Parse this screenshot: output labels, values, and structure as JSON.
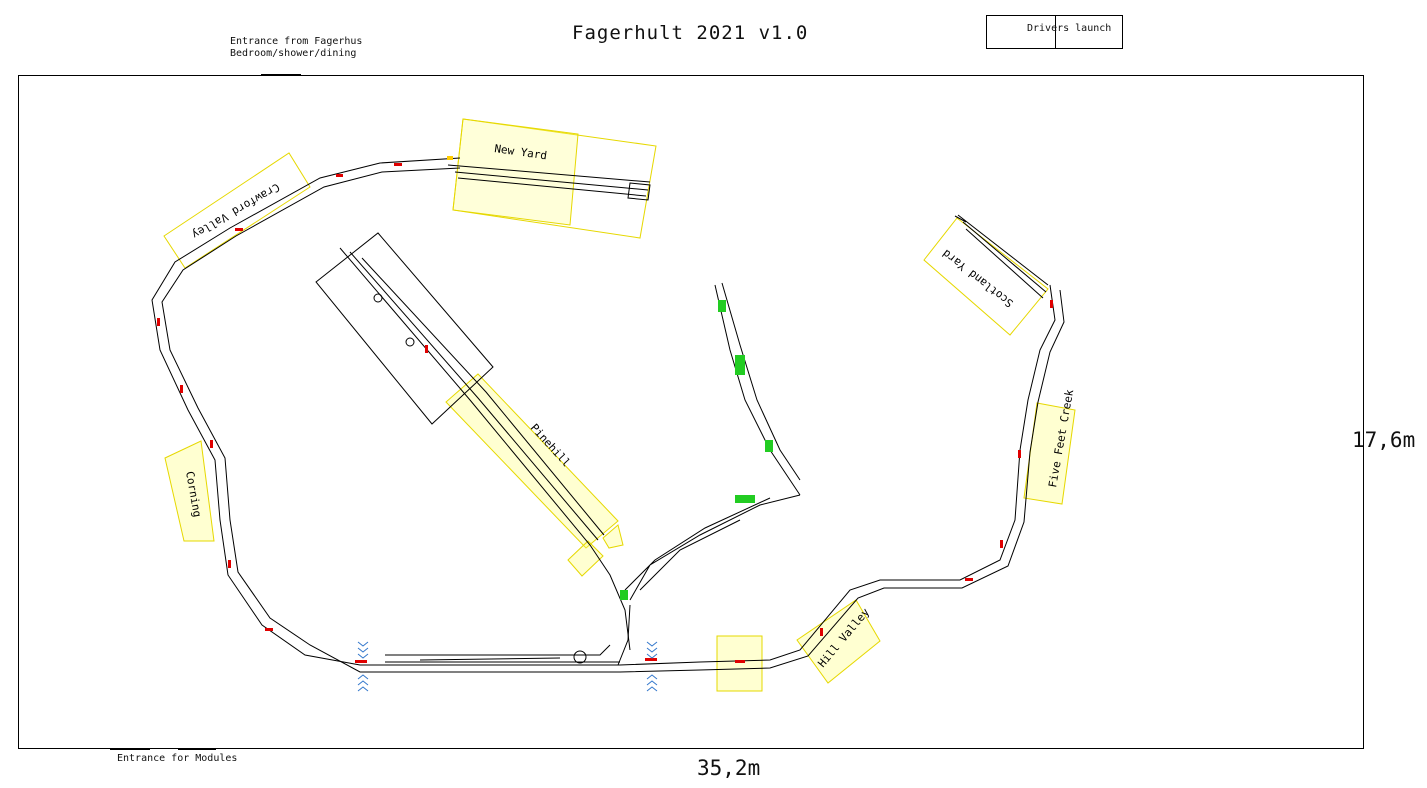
{
  "title": "Fagerhult 2021 v1.0",
  "entrance_top": {
    "line1": "Entrance from Fagerhus",
    "line2": "Bedroom/shower/dining"
  },
  "drivers_launch": "Drivers launch",
  "entrance_bottom": "Entrance for Modules",
  "dimension_width": "35,2m",
  "dimension_height": "17,6m",
  "areas": {
    "new_yard": "New Yard",
    "crawford_valley": "Crawford Valley",
    "pinehill": "Pinehill",
    "scotland_yard": "Scotland Yard",
    "five_feet_creek": "Five Feet Creek",
    "corning": "Corning",
    "hill_valley": "Hill Valley"
  },
  "colors": {
    "highlight": "#ffff00",
    "track": "#000000",
    "marker_red": "#e00000",
    "marker_green": "#22cc22",
    "marker_blue": "#3377cc"
  }
}
